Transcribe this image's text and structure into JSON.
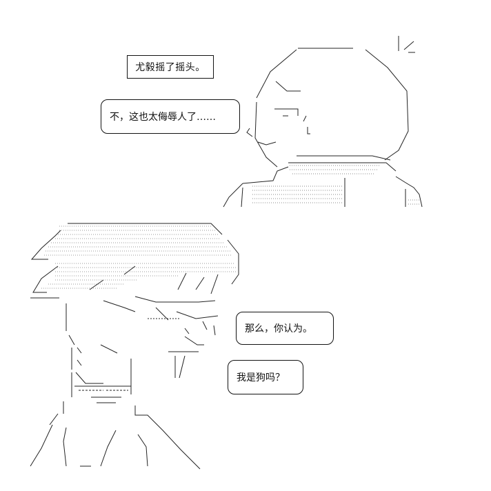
{
  "caption": {
    "text": "尤毅摇了摇头。"
  },
  "bubbles": [
    {
      "text": "不，这也太侮辱人了……"
    },
    {
      "text": "那么，你认为。"
    },
    {
      "text": "我是狗吗？"
    }
  ],
  "colors": {
    "ink": "#111111",
    "background": "#ffffff"
  }
}
